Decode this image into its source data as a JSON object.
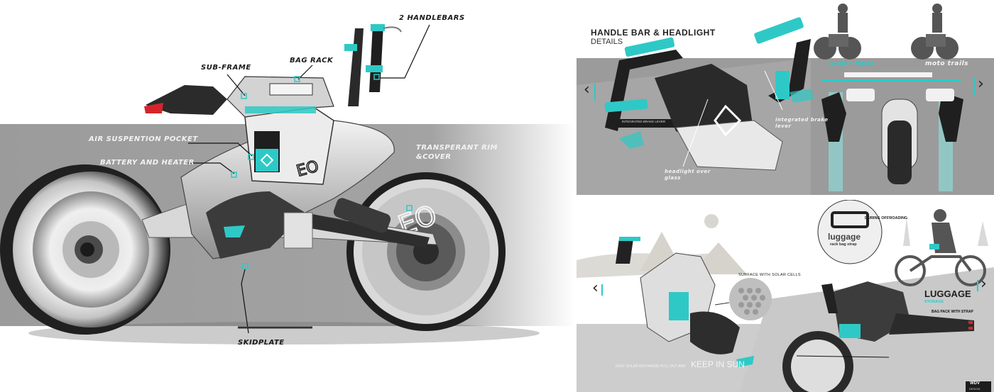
{
  "main_view": {
    "callouts": {
      "sub_frame": "SUB-FRAME",
      "bag_rack": "BAG RACK",
      "handlebars": "2 HANDLEBARS",
      "air_suspension": "AIR SUSPENTION POCKET",
      "battery_heater": "BATTERY AND HEATER",
      "rim_cover_line1": "TRANSPERANT RIM",
      "rim_cover_line2": "&COVER",
      "skidplate": "SKIDPLATE"
    },
    "body_badge": "EO"
  },
  "handlebar_panel": {
    "title": "HANDLE BAR & HEADLIGHT",
    "subtitle": "DETAILS",
    "notes": {
      "brake_lever_line1": "integrated brake",
      "brake_lever_line2": "lever",
      "headlight_line1": "headlight over",
      "headlight_line2": "glass",
      "integrated_lever_tag": "INTEGRATED BRAKE LEVER"
    },
    "modes": {
      "super_moto": "super moto",
      "moto_trails": "moto trails"
    },
    "nav_prev": "‹",
    "nav_next": "›"
  },
  "luggage_panel": {
    "solar_note": "SURFACE WITH SOLAR CELLS",
    "offroad_note": "DURING OFFROADING",
    "luggage_word": "luggage",
    "luggage_sub": "rack bag strap",
    "luggage_title": "LUGGAGE",
    "luggage_subtitle": "STORAGE",
    "bag_pack_note": "BAG PACK WITH STRAP",
    "recharge_small": "EASY SOLAR RECHARGE PULL OUT AND",
    "recharge_big": "KEEP IN SUN",
    "logo_line1": "WDV",
    "logo_line2": "DESIGN",
    "nav_prev": "‹",
    "nav_next": "›"
  },
  "colors": {
    "accent": "#2ec9c6",
    "ground_gray": "#9a9a9a",
    "panel_gray": "#c9c9c9",
    "dark": "#1e1e1e",
    "tail_red": "#d6242d"
  }
}
